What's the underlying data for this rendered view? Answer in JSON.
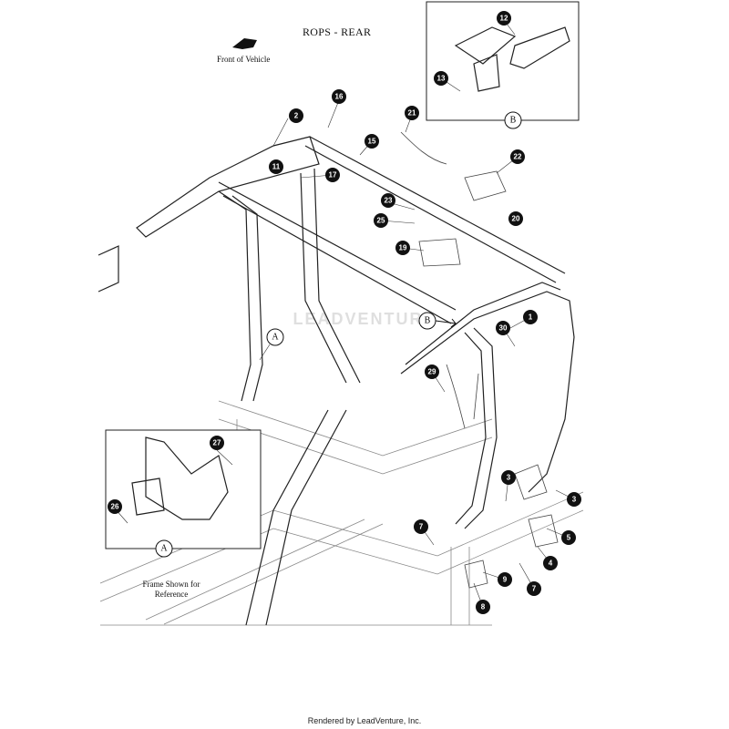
{
  "title": "ROPS - REAR",
  "front_label": "Front of Vehicle",
  "frame_note": "Frame Shown for Reference",
  "footer": "Rendered by LeadVenture, Inc.",
  "watermark": "LEADVENTURE",
  "inset_b": {
    "label": "B",
    "callouts": [
      "12",
      "13"
    ]
  },
  "inset_a": {
    "label": "A",
    "callouts": [
      "27",
      "26"
    ]
  },
  "main_refs": [
    "A",
    "B"
  ],
  "callouts": [
    {
      "id": "1"
    },
    {
      "id": "2"
    },
    {
      "id": "3"
    },
    {
      "id": "3b",
      "label": "3"
    },
    {
      "id": "4"
    },
    {
      "id": "5"
    },
    {
      "id": "7"
    },
    {
      "id": "7b",
      "label": "7"
    },
    {
      "id": "8"
    },
    {
      "id": "9"
    },
    {
      "id": "11"
    },
    {
      "id": "15"
    },
    {
      "id": "16"
    },
    {
      "id": "17"
    },
    {
      "id": "19"
    },
    {
      "id": "20"
    },
    {
      "id": "21"
    },
    {
      "id": "22"
    },
    {
      "id": "23"
    },
    {
      "id": "25"
    },
    {
      "id": "29"
    },
    {
      "id": "30"
    }
  ]
}
